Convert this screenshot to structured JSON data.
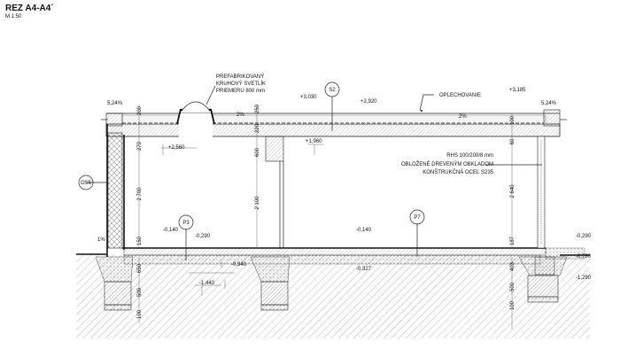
{
  "title": "REZ A4-A4´",
  "scale": "M 1:50",
  "notes": {
    "skylight": [
      "PREFABRIKOVANÝ",
      "KRUHOVÝ SVETLÍK",
      "PRIEMERU 800 mm"
    ],
    "flashing": "OPLECHOVANIE",
    "column": [
      "RHS 100/200/8 mm",
      "OBLOŽENÉ DREVENÝM OBKLADOM",
      "KONŠTRUKČNÁ OCEĽ S235"
    ]
  },
  "tags": {
    "s2": "S2",
    "os5": "OS5",
    "p3": "P3",
    "p7": "P7"
  },
  "levels": {
    "l3030": "+3,030",
    "l2920": "+2,920",
    "l3185": "+3,185",
    "l2560": "+2,560",
    "l1960": "+1,960",
    "l0140a": "-0,140",
    "l0290a": "-0,290",
    "l0140b": "-0,140",
    "l0290b": "-0,290",
    "l0940": "-0,940",
    "l1440": "-1,440",
    "l0327": "-0.327",
    "l0790": "-0,790",
    "l1290": "-1,290"
  },
  "slopes": {
    "left": "5,24%",
    "right": "5,24%",
    "roof1": "2%",
    "roof2": "2%",
    "ground": "1%"
  },
  "dims": {
    "d200": "200",
    "d270": "270",
    "d2700": "2 700",
    "d150": "150",
    "d650": "650",
    "d500a": "500",
    "d100a": "100",
    "d250": "250",
    "d220": "220",
    "d600": "600",
    "d2100": "2 100",
    "d100r": "100",
    "d60": "60",
    "d2640": "2 640",
    "d187": "187",
    "d403": "403",
    "d500b": "500",
    "d100b": "100"
  }
}
